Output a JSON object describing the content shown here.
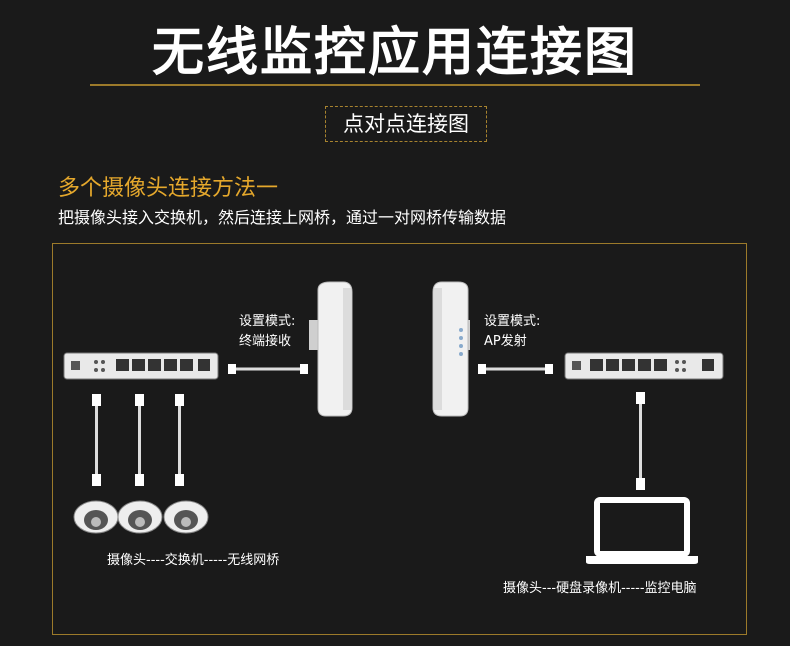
{
  "header": {
    "title": "无线监控应用连接图",
    "subtitle": "点对点连接图"
  },
  "method": {
    "title": "多个摄像头连接方法一",
    "description": "把摄像头接入交换机，然后连接上网桥，通过一对网桥传输数据"
  },
  "diagram": {
    "left_bridge": {
      "mode_label": "设置模式:",
      "mode_value": "终端接收"
    },
    "right_bridge": {
      "mode_label": "设置模式:",
      "mode_value": "AP发射"
    },
    "left_caption": "摄像头----交换机-----无线网桥",
    "right_caption": "摄像头---硬盘录像机-----监控电脑"
  },
  "colors": {
    "background": "#1a1a1a",
    "accent_gold": "#e5a82c",
    "frame_gold": "#9c7a2a"
  }
}
